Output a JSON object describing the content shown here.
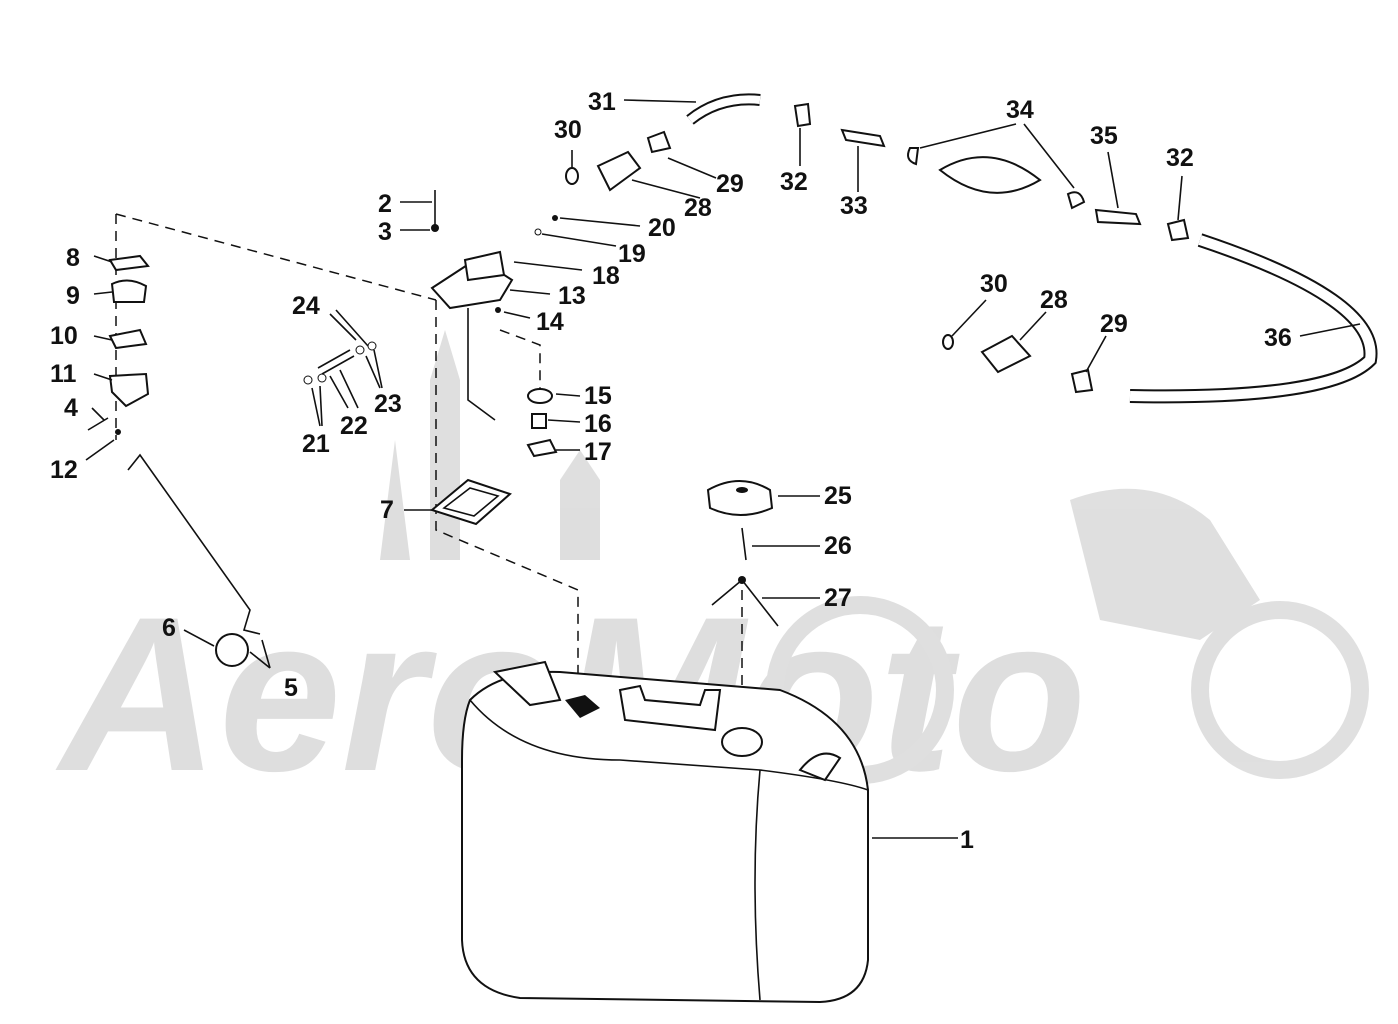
{
  "watermark": {
    "text": "AeroMoto"
  },
  "callouts": [
    {
      "id": "1",
      "label": "1"
    },
    {
      "id": "2",
      "label": "2"
    },
    {
      "id": "3",
      "label": "3"
    },
    {
      "id": "4",
      "label": "4"
    },
    {
      "id": "5",
      "label": "5"
    },
    {
      "id": "6",
      "label": "6"
    },
    {
      "id": "7",
      "label": "7"
    },
    {
      "id": "8",
      "label": "8"
    },
    {
      "id": "9",
      "label": "9"
    },
    {
      "id": "10",
      "label": "10"
    },
    {
      "id": "11",
      "label": "11"
    },
    {
      "id": "12",
      "label": "12"
    },
    {
      "id": "13",
      "label": "13"
    },
    {
      "id": "14",
      "label": "14"
    },
    {
      "id": "15",
      "label": "15"
    },
    {
      "id": "16",
      "label": "16"
    },
    {
      "id": "17",
      "label": "17"
    },
    {
      "id": "18",
      "label": "18"
    },
    {
      "id": "19",
      "label": "19"
    },
    {
      "id": "20",
      "label": "20"
    },
    {
      "id": "21",
      "label": "21"
    },
    {
      "id": "22",
      "label": "22"
    },
    {
      "id": "23",
      "label": "23"
    },
    {
      "id": "24",
      "label": "24"
    },
    {
      "id": "25",
      "label": "25"
    },
    {
      "id": "26",
      "label": "26"
    },
    {
      "id": "27",
      "label": "27"
    },
    {
      "id": "28a",
      "label": "28"
    },
    {
      "id": "28b",
      "label": "28"
    },
    {
      "id": "29a",
      "label": "29"
    },
    {
      "id": "29b",
      "label": "29"
    },
    {
      "id": "30a",
      "label": "30"
    },
    {
      "id": "30b",
      "label": "30"
    },
    {
      "id": "31",
      "label": "31"
    },
    {
      "id": "32a",
      "label": "32"
    },
    {
      "id": "32b",
      "label": "32"
    },
    {
      "id": "33",
      "label": "33"
    },
    {
      "id": "34",
      "label": "34"
    },
    {
      "id": "35",
      "label": "35"
    },
    {
      "id": "36",
      "label": "36"
    }
  ]
}
